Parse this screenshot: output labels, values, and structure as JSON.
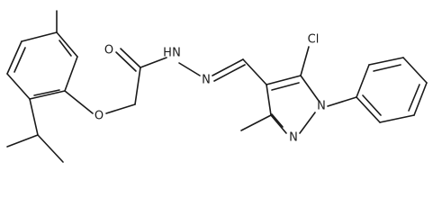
{
  "atoms": {
    "o_carbonyl": "O",
    "o_ether": "O",
    "nh": "H",
    "n_hydrazone_a": "N",
    "n_hydrazone_b": "N",
    "cl": "Cl",
    "n_pyrazole_1": "N",
    "n_pyrazole_2": "N"
  }
}
